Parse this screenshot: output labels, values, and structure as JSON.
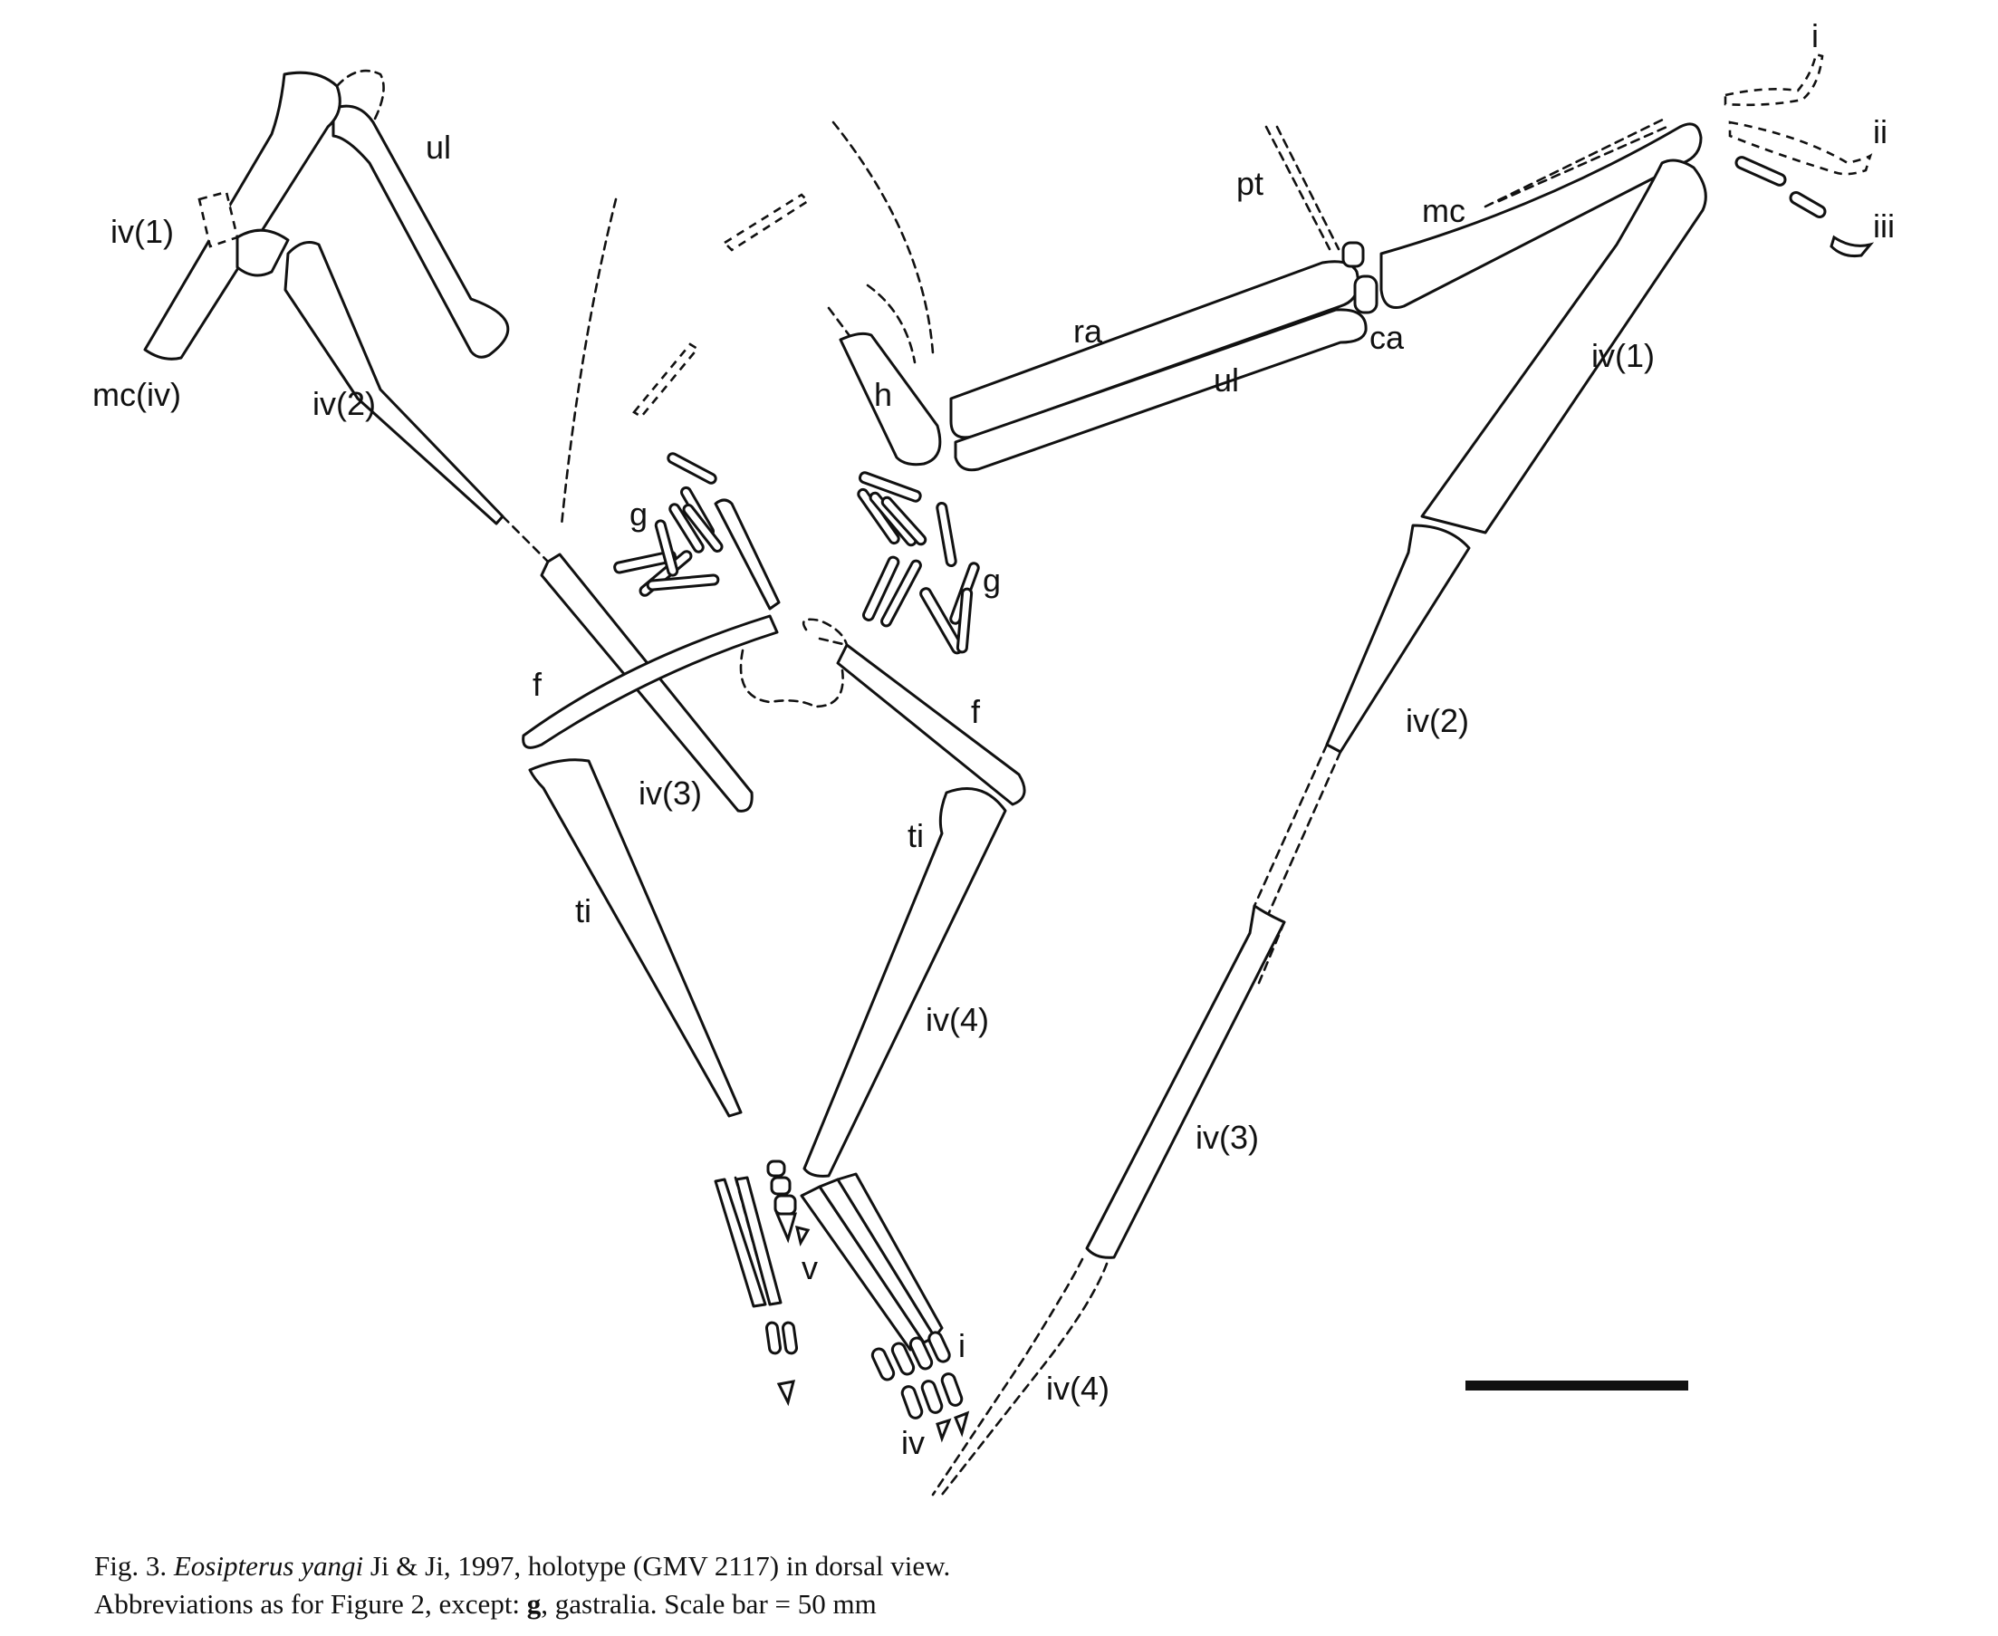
{
  "labels": {
    "ul_top": "ul",
    "iv1_top": "iv(1)",
    "mc_iv": "mc(iv)",
    "iv2_left": "iv(2)",
    "g_left": "g",
    "g_right": "g",
    "h": "h",
    "pt": "pt",
    "mc": "mc",
    "ra": "ra",
    "ul": "ul",
    "ca": "ca",
    "i_top": "i",
    "ii_top": "ii",
    "iii_top": "iii",
    "iv1_right": "iv(1)",
    "iv2_right": "iv(2)",
    "f_left": "f",
    "f_right": "f",
    "iv3_left": "iv(3)",
    "ti_left": "ti",
    "ti_right": "ti",
    "iv4_left": "iv(4)",
    "iv3_right": "iv(3)",
    "v": "v",
    "i_foot": "i",
    "iv_foot": "iv",
    "iv4_right": "iv(4)"
  },
  "caption": {
    "line1_prefix": "Fig. 3. ",
    "species": "Eosipterus yangi",
    "line1_suffix": " Ji & Ji, 1997, holotype (GMV 2117) in dorsal view.",
    "line2_prefix": "Abbreviations as for Figure 2, except: ",
    "bold_abbrev": "g",
    "line2_suffix": ", gastralia. Scale bar = 50 mm"
  }
}
